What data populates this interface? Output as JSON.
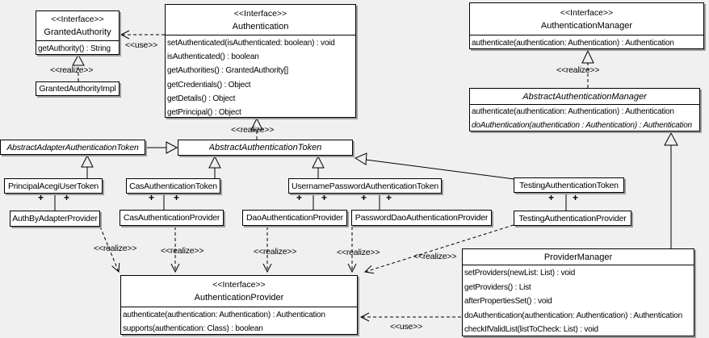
{
  "diagram": {
    "background_color": "#f0f0f0",
    "box_fill": "#ffffff",
    "border_color": "#000000",
    "shadow_color": "#9c9c9c"
  },
  "labels": {
    "realize": "<<realize>>",
    "use": "<<use>>",
    "plus": "+"
  },
  "classes": {
    "granted_authority": {
      "stereotype": "<<Interface>>",
      "name": "GrantedAuthority",
      "methods": [
        "getAuthority() : String"
      ]
    },
    "granted_authority_impl": {
      "name": "GrantedAuthorityImpl"
    },
    "authentication": {
      "stereotype": "<<Interface>>",
      "name": "Authentication",
      "methods": [
        "setAuthenticated(isAuthenticated: boolean) : void",
        "isAuthenticated() : boolean",
        "getAuthorities() : GrantedAuthority[]",
        "getCredentials() : Object",
        "getDetails() : Object",
        "getPrincipal() : Object"
      ]
    },
    "authentication_manager": {
      "stereotype": "<<Interface>>",
      "name": "AuthenticationManager",
      "methods": [
        "authenticate(authentication: Authentication) : Authentication"
      ]
    },
    "abstract_authentication_manager": {
      "name": "AbstractAuthenticationManager",
      "methods": [
        "authenticate(authentication: Authentication) : Authentication",
        "doAuthentication(authentication : Authentication) : Authentication"
      ]
    },
    "abstract_adapter_authentication_token": {
      "name": "AbstractAdapterAuthenticationToken"
    },
    "abstract_authentication_token": {
      "name": "AbstractAuthenticationToken"
    },
    "principal_acegi_user_token": {
      "name": "PrincipalAcegiUserToken"
    },
    "cas_authentication_token": {
      "name": "CasAuthenticationToken"
    },
    "username_password_authentication_token": {
      "name": "UsernamePasswordAuthenticationToken"
    },
    "testing_authentication_token": {
      "name": "TestingAuthenticationToken"
    },
    "auth_by_adapter_provider": {
      "name": "AuthByAdapterProvider"
    },
    "cas_authentication_provider": {
      "name": "CasAuthenticationProvider"
    },
    "dao_authentication_provider": {
      "name": "DaoAuthenticationProvider"
    },
    "password_dao_authentication_provider": {
      "name": "PasswordDaoAuthenticationProvider"
    },
    "testing_authentication_provider": {
      "name": "TestingAuthenticationProvider"
    },
    "authentication_provider": {
      "stereotype": "<<Interface>>",
      "name": "AuthenticationProvider",
      "methods": [
        "authenticate(authentication: Authentication) : Authentication",
        "supports(authentication: Class) : boolean"
      ]
    },
    "provider_manager": {
      "name": "ProviderManager",
      "methods": [
        "setProviders(newList: List) : void",
        "getProviders() : List",
        "afterPropertiesSet() : void",
        "doAuthentication(authentication: Authentication) : Authentication",
        "checkIfValidList(listToCheck: List) : void"
      ]
    }
  }
}
